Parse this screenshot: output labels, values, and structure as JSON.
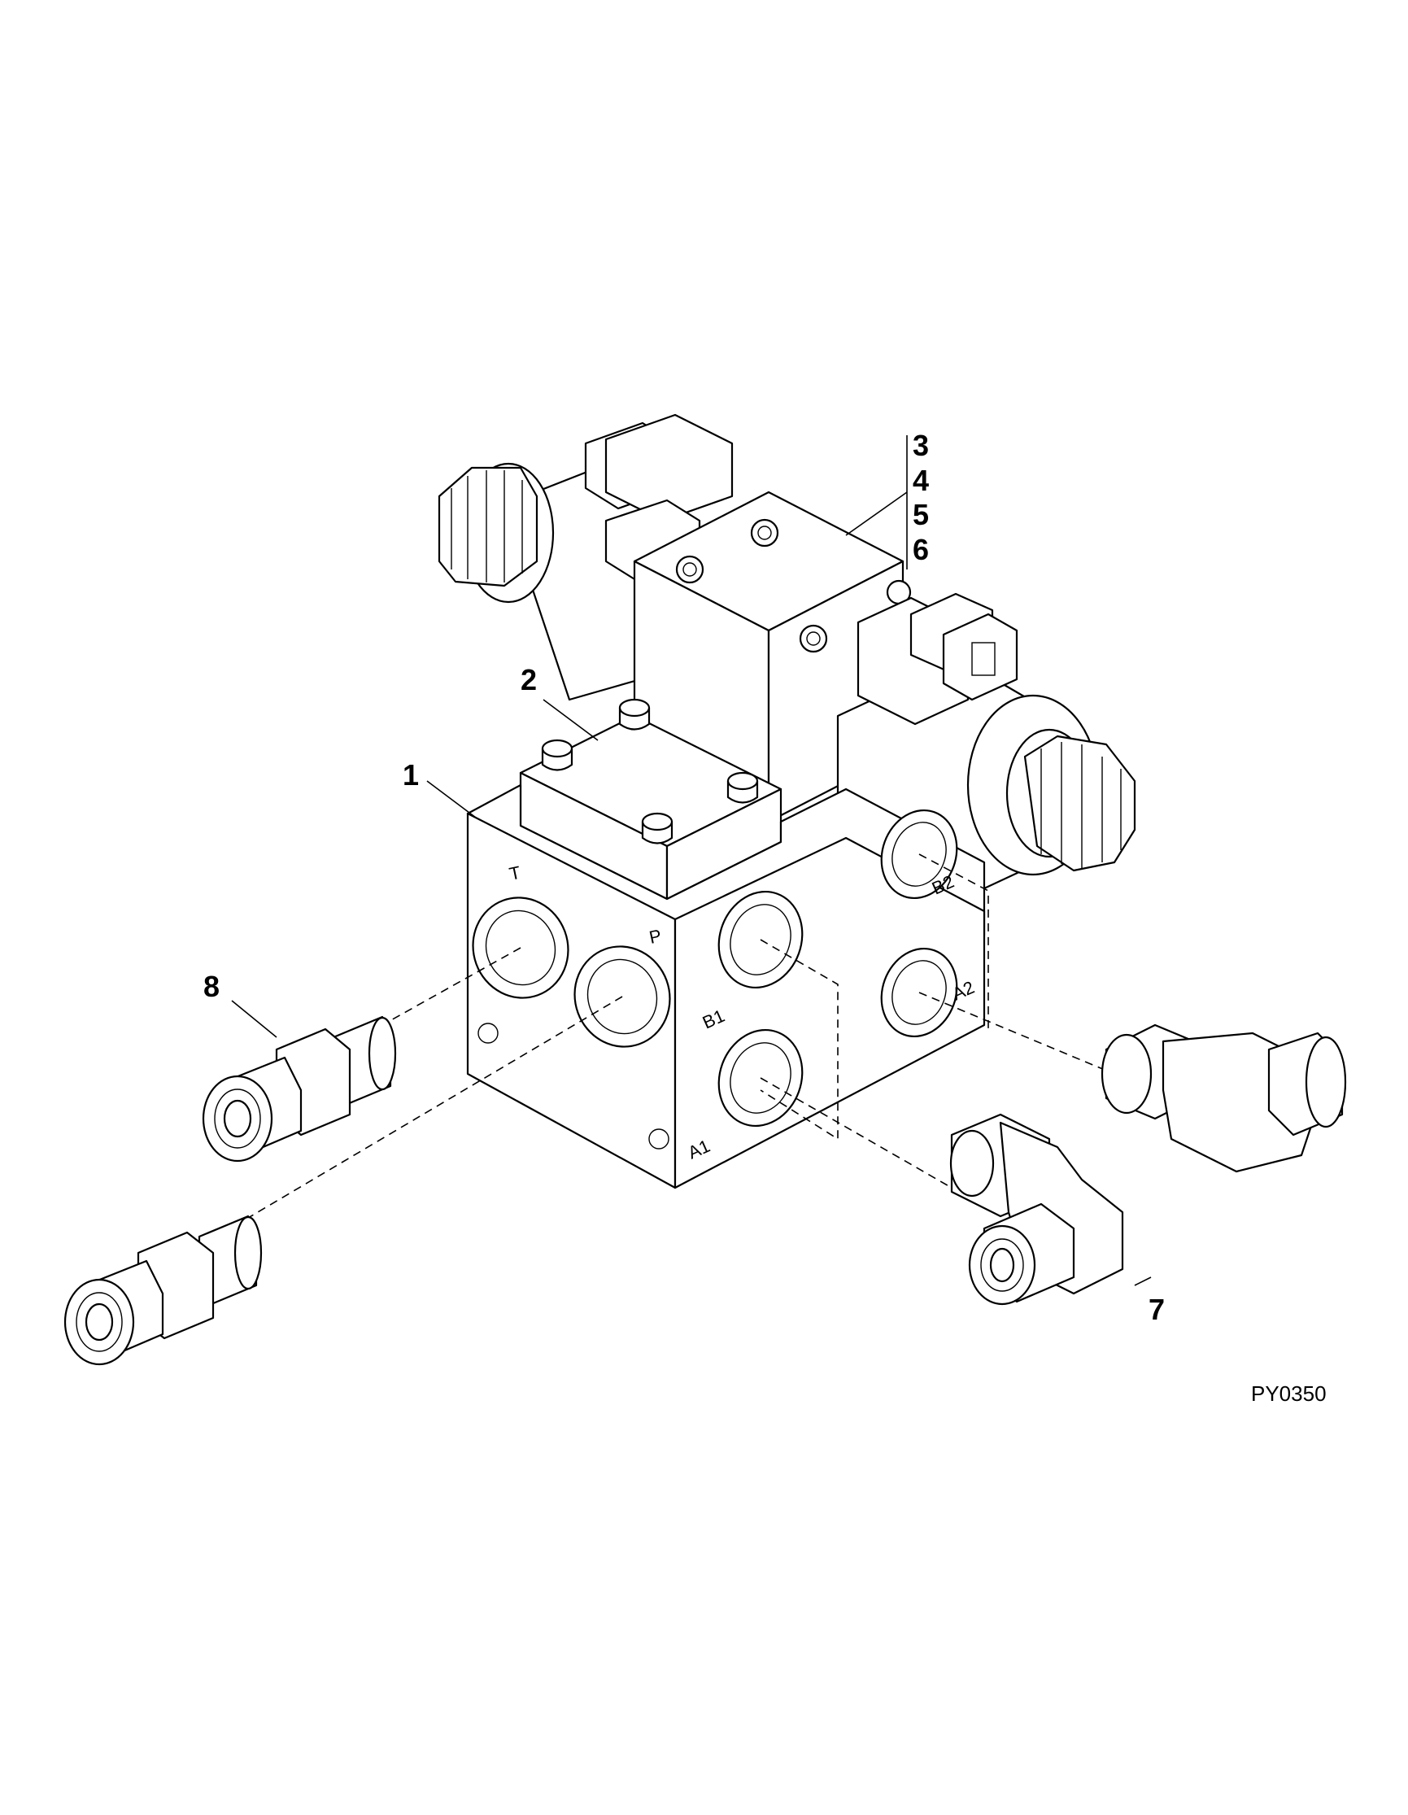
{
  "callouts": {
    "c1": "1",
    "c2": "2",
    "c3": "3",
    "c4": "4",
    "c5": "5",
    "c6": "6",
    "c7": "7",
    "c8": "8"
  },
  "ports": {
    "T": "T",
    "P": "P",
    "B1": "B1",
    "A1": "A1",
    "B2": "B2",
    "A2": "A2"
  },
  "reference_code": "PY0350"
}
